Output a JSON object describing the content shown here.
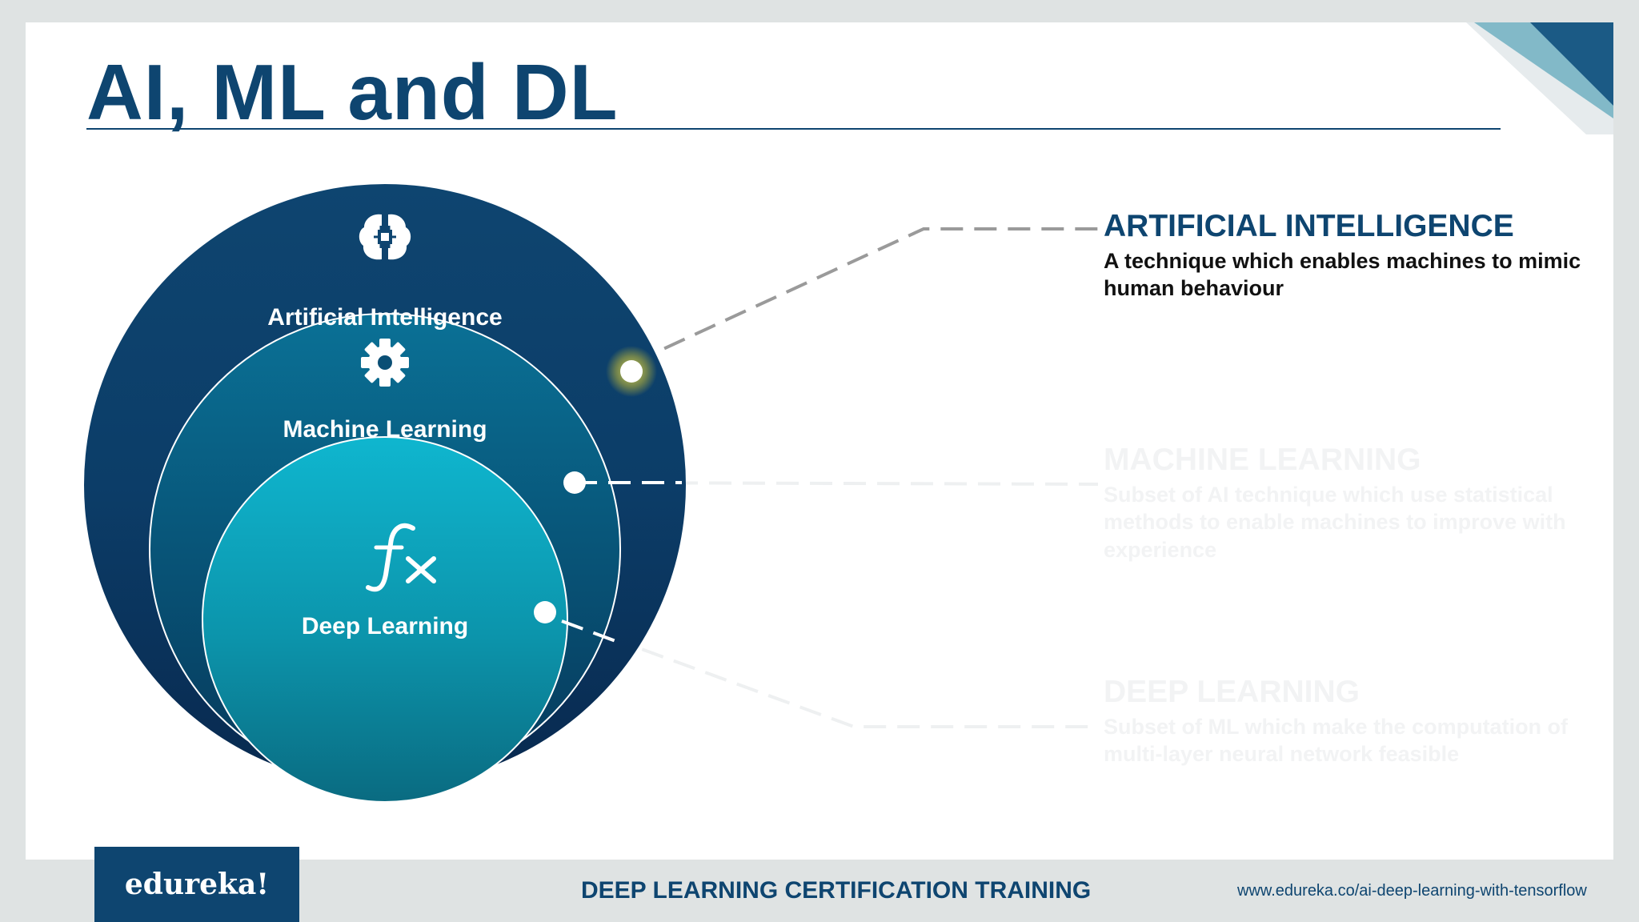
{
  "slide": {
    "title": "AI, ML and DL"
  },
  "diagram": {
    "circles": [
      {
        "label": "Artificial Intelligence",
        "icon": "brain-chip-icon"
      },
      {
        "label": "Machine Learning",
        "icon": "gear-icon"
      },
      {
        "label": "Deep Learning",
        "icon": "function-fx-icon",
        "icon_text": "fx"
      }
    ],
    "descriptions": [
      {
        "title": "ARTIFICIAL INTELLIGENCE",
        "body": "A technique which enables machines to mimic human behaviour",
        "state": "active"
      },
      {
        "title": "MACHINE LEARNING",
        "body": "Subset of AI technique which use statistical methods to enable machines to improve with experience",
        "state": "faded"
      },
      {
        "title": "DEEP LEARNING",
        "body": "Subset of ML which make the computation of multi-layer neural network feasible",
        "state": "faded"
      }
    ],
    "colors": {
      "ai_circle": "#0e4570",
      "ml_circle": "#0b5d7e",
      "dl_circle": "#0fb0c8",
      "connector": "#9a9a9a",
      "highlight": "#d8cf3a"
    }
  },
  "footer": {
    "logo": "edureka!",
    "course": "DEEP LEARNING CERTIFICATION TRAINING",
    "url": "www.edureka.co/ai-deep-learning-with-tensorflow"
  }
}
